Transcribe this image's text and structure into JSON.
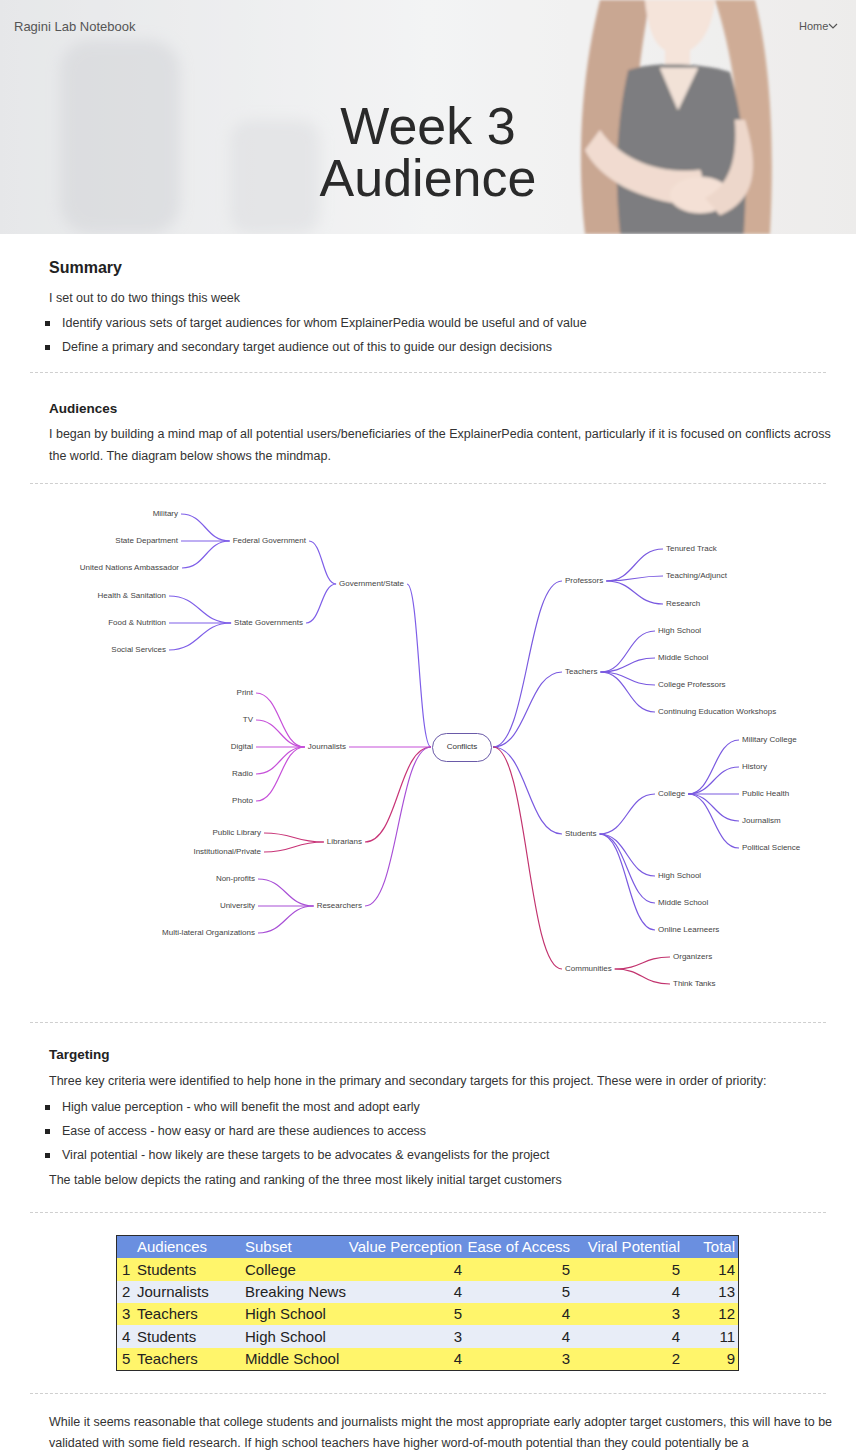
{
  "diagram": {
    "title": "Week 3 Audience",
    "nodes": [
      {
        "text": [
          "Conflicts"
        ]
      },
      {
        "text": [
          "Government/State"
        ]
      },
      {
        "text": [
          "Federal Government"
        ]
      },
      {
        "text": [
          "Military"
        ]
      },
      {
        "text": [
          "State Department"
        ]
      },
      {
        "text": [
          "United Nations Ambassador"
        ]
      },
      {
        "text": [
          "State Governments"
        ]
      },
      {
        "text": [
          "Health & Sanitation"
        ]
      },
      {
        "text": [
          "Food & Nutrition"
        ]
      },
      {
        "text": [
          "Social Services"
        ]
      },
      {
        "text": [
          "Journalists"
        ]
      },
      {
        "text": [
          "Print"
        ]
      },
      {
        "text": [
          "TV"
        ]
      },
      {
        "text": [
          "Digital"
        ]
      },
      {
        "text": [
          "Radio"
        ]
      },
      {
        "text": [
          "Photo"
        ]
      },
      {
        "text": [
          "Librarians"
        ]
      },
      {
        "text": [
          "Public Library"
        ]
      },
      {
        "text": [
          "Institutional/Private"
        ]
      },
      {
        "text": [
          "Researchers"
        ]
      },
      {
        "text": [
          "Non-profits"
        ]
      },
      {
        "text": [
          "University"
        ]
      },
      {
        "text": [
          "Multi-lateral Organizations"
        ]
      },
      {
        "text": [
          "Professors"
        ]
      },
      {
        "text": [
          "Tenured Track"
        ]
      },
      {
        "text": [
          "Teaching/Adjunct"
        ]
      },
      {
        "text": [
          "Research"
        ]
      },
      {
        "text": [
          "Teachers"
        ]
      },
      {
        "text": [
          "High School"
        ]
      },
      {
        "text": [
          "Middle School"
        ]
      },
      {
        "text": [
          "College Professors"
        ]
      },
      {
        "text": [
          "Continuing Education Workshops"
        ]
      },
      {
        "text": [
          "Students"
        ]
      },
      {
        "text": [
          "College"
        ]
      },
      {
        "text": [
          "Military College"
        ]
      },
      {
        "text": [
          "History"
        ]
      },
      {
        "text": [
          "Public Health"
        ]
      },
      {
        "text": [
          "Journalism"
        ]
      },
      {
        "text": [
          "Political Science"
        ]
      },
      {
        "text": [
          "High School"
        ]
      },
      {
        "text": [
          "Middle School"
        ]
      },
      {
        "text": [
          "Online Learneers"
        ]
      },
      {
        "text": [
          "Communities"
        ]
      },
      {
        "text": [
          "Organizers"
        ]
      },
      {
        "text": [
          "Think Tanks"
        ]
      }
    ],
    "edges": [
      {
        "from": 0,
        "to": 1,
        "arrow": "none"
      },
      {
        "from": 1,
        "to": 2,
        "arrow": "none"
      },
      {
        "from": 2,
        "to": 3,
        "arrow": "none"
      },
      {
        "from": 2,
        "to": 4,
        "arrow": "none"
      },
      {
        "from": 2,
        "to": 5,
        "arrow": "none"
      },
      {
        "from": 1,
        "to": 6,
        "arrow": "none"
      },
      {
        "from": 6,
        "to": 7,
        "arrow": "none"
      },
      {
        "from": 6,
        "to": 8,
        "arrow": "none"
      },
      {
        "from": 6,
        "to": 9,
        "arrow": "none"
      },
      {
        "from": 0,
        "to": 10,
        "arrow": "none"
      },
      {
        "from": 10,
        "to": 11,
        "arrow": "none"
      },
      {
        "from": 10,
        "to": 12,
        "arrow": "none"
      },
      {
        "from": 10,
        "to": 13,
        "arrow": "none"
      },
      {
        "from": 10,
        "to": 14,
        "arrow": "none"
      },
      {
        "from": 10,
        "to": 15,
        "arrow": "none"
      },
      {
        "from": 0,
        "to": 16,
        "arrow": "none"
      },
      {
        "from": 16,
        "to": 17,
        "arrow": "none"
      },
      {
        "from": 16,
        "to": 18,
        "arrow": "none"
      },
      {
        "from": 0,
        "to": 19,
        "arrow": "none"
      },
      {
        "from": 19,
        "to": 20,
        "arrow": "none"
      },
      {
        "from": 19,
        "to": 21,
        "arrow": "none"
      },
      {
        "from": 19,
        "to": 22,
        "arrow": "none"
      },
      {
        "from": 0,
        "to": 23,
        "arrow": "none"
      },
      {
        "from": 23,
        "to": 24,
        "arrow": "none"
      },
      {
        "from": 23,
        "to": 25,
        "arrow": "none"
      },
      {
        "from": 23,
        "to": 26,
        "arrow": "none"
      },
      {
        "from": 0,
        "to": 27,
        "arrow": "none"
      },
      {
        "from": 27,
        "to": 28,
        "arrow": "none"
      },
      {
        "from": 27,
        "to": 29,
        "arrow": "none"
      },
      {
        "from": 27,
        "to": 30,
        "arrow": "none"
      },
      {
        "from": 27,
        "to": 31,
        "arrow": "none"
      },
      {
        "from": 0,
        "to": 32,
        "arrow": "none"
      },
      {
        "from": 32,
        "to": 33,
        "arrow": "none"
      },
      {
        "from": 33,
        "to": 34,
        "arrow": "none"
      },
      {
        "from": 33,
        "to": 35,
        "arrow": "none"
      },
      {
        "from": 33,
        "to": 36,
        "arrow": "none"
      },
      {
        "from": 33,
        "to": 37,
        "arrow": "none"
      },
      {
        "from": 33,
        "to": 38,
        "arrow": "none"
      },
      {
        "from": 32,
        "to": 39,
        "arrow": "none"
      },
      {
        "from": 32,
        "to": 40,
        "arrow": "none"
      },
      {
        "from": 32,
        "to": 41,
        "arrow": "none"
      },
      {
        "from": 0,
        "to": 42,
        "arrow": "none"
      },
      {
        "from": 42,
        "to": 43,
        "arrow": "none"
      },
      {
        "from": 42,
        "to": 44,
        "arrow": "none"
      }
    ],
    "labels": [
      "Ragini Lab Notebook",
      "Home",
      "Summary",
      "I set out to do two things this week",
      "Identify various sets of target audiences for whom ExplainerPedia would be useful and of value",
      "Define a primary and secondary target audience out of this to guide our design decisions",
      "Audiences",
      "I began by building a mind map of all potential users/beneficiaries of the ExplainerPedia content, particularly if it is focused on conflicts across the world. The diagram below shows the mindmap.",
      "Targeting",
      "Three key criteria were identified to help hone in the primary and secondary targets for this project. These were in order of priority:",
      "High value perception - who will benefit the most and adopt early",
      "Ease of access - how easy or hard are these audiences to access",
      "Viral potential - how likely are these targets to be advocates & evangelists for the project",
      "The table below depicts the rating and ranking of the three most likely initial target customers",
      "Audiences",
      "Subset",
      "Value Perception",
      "Ease of Access",
      "Viral Potential",
      "Total",
      "1",
      "Students",
      "College",
      "4",
      "5",
      "5",
      "14",
      "2",
      "Journalists",
      "Breaking News",
      "4",
      "5",
      "4",
      "13",
      "3",
      "Teachers",
      "High School",
      "5",
      "4",
      "3",
      "12",
      "4",
      "Students",
      "High School",
      "3",
      "4",
      "4",
      "11",
      "5",
      "Teachers",
      "Middle School",
      "4",
      "3",
      "2",
      "9",
      "While it seems reasonable that college students and journalists might the most appropriate early adopter target customers, this will have to be validated with some field research. If high school teachers have higher word-of-mouth potential than they could potentially be a"
    ]
  }
}
